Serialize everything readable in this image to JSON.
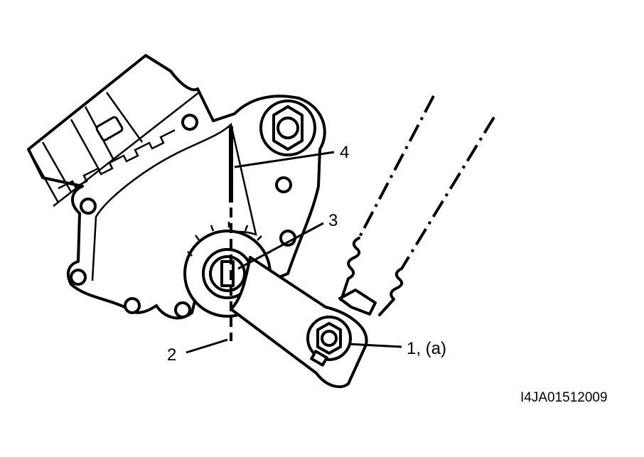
{
  "callouts": {
    "c1": "1, (a)",
    "c2": "2",
    "c3": "3",
    "c4": "4"
  },
  "figure_code": "I4JA01512009",
  "colors": {
    "ink": "#000000",
    "paper": "#ffffff"
  }
}
